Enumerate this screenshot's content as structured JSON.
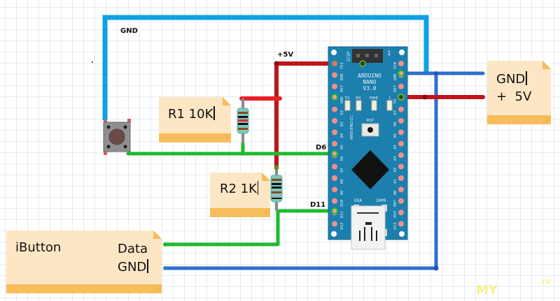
{
  "diagram": {
    "title": "Arduino Nano iButton reader wiring",
    "colors": {
      "gnd_wire": "#0ea0e6",
      "gnd_bus": "#2d6fcf",
      "vcc_wire": "#c0141a",
      "signal_wire": "#1fba2e",
      "board": "#1c7fae",
      "note_bg": "#fde6c4",
      "note_bar": "#f6bd5a"
    },
    "wire_labels": {
      "gnd": "GND",
      "vcc": "+5V",
      "d6": "D6",
      "d11": "D11"
    },
    "notes": {
      "r1": "R1 10K",
      "r2": "R2 1K",
      "power_gnd": "GND",
      "power_vcc": "+  5V",
      "ibutton_name": "iButton",
      "ibutton_data": "Data",
      "ibutton_gnd": "GND"
    },
    "board": {
      "name_line1": "ARDUINO",
      "name_line2": "NANO",
      "name_line3": "V3.0",
      "icsp": "ICSP",
      "icsp_pin1": "1",
      "leds": [
        "TX",
        "RX",
        "PWR",
        "L"
      ],
      "reset_label": "RST",
      "brand": "ARDUINO.CC",
      "origin": "USA",
      "year": "2009",
      "left_pins": [
        "TX1",
        "RX0",
        "RST",
        "GND",
        "D2",
        "D3",
        "D4",
        "D5",
        "D6",
        "D7",
        "D8",
        "D9",
        "D10",
        "D11",
        "D12"
      ],
      "right_pins": [
        "VIN",
        "GND",
        "RST",
        "5V",
        "A7",
        "A6",
        "A5",
        "A4",
        "A3",
        "A2",
        "A1",
        "A0",
        "REF",
        "3V3",
        "D13"
      ]
    },
    "components": {
      "button": "Push button",
      "r1_bands": [
        "#8a4a1e",
        "#111111",
        "#e0282a",
        "#111111",
        "#8a4a1e"
      ],
      "r2_bands": [
        "#8a4a1e",
        "#111111",
        "#111111",
        "#8a4a1e",
        "#111111"
      ]
    },
    "watermark": {
      "main": "MY",
      "suffix": ".ru"
    }
  }
}
